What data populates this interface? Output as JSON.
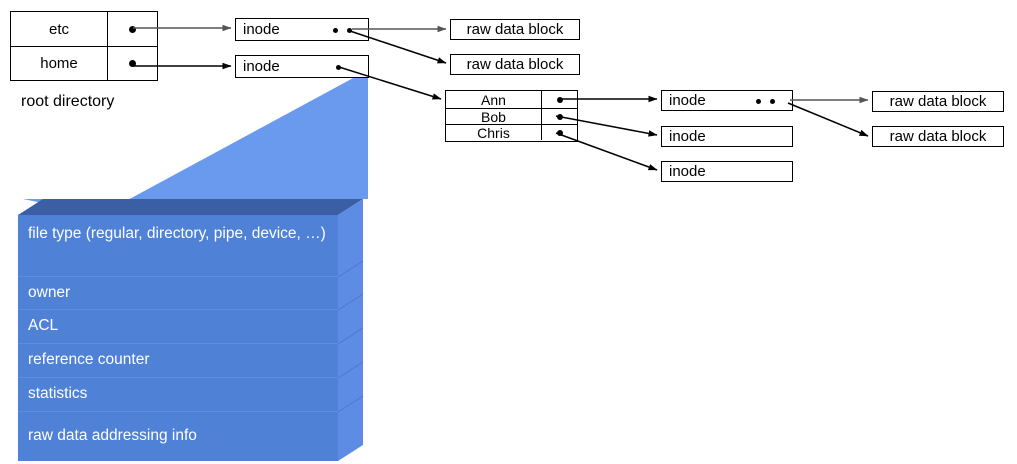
{
  "diagram": {
    "title": "unix-inode-directory-structure",
    "colors": {
      "box_border": "#000000",
      "box_fill": "#ffffff",
      "wedge_blue": "#6a9aee",
      "detail_front": "#4f81d7",
      "detail_top_dark": "#3b5fa5",
      "detail_side": "#5d8ce4",
      "text_dark": "#000000",
      "text_light": "#ffffff"
    }
  },
  "root_directory": {
    "caption": "root directory",
    "rows": [
      {
        "name": "etc",
        "pointer": "●"
      },
      {
        "name": "home",
        "pointer": "●"
      }
    ]
  },
  "home_directory": {
    "rows": [
      {
        "name": "Ann",
        "pointer": "●"
      },
      {
        "name": "Bob",
        "pointer": "●"
      },
      {
        "name": "Chris",
        "pointer": "●"
      }
    ]
  },
  "inodes": {
    "etc_inode": {
      "label": "inode",
      "pointer_count": 2
    },
    "home_inode": {
      "label": "inode",
      "pointer_count": 1
    },
    "ann_inode": {
      "label": "inode",
      "pointer_count": 2
    },
    "bob_inode": {
      "label": "inode",
      "pointer_count": 0
    },
    "chris_inode": {
      "label": "inode",
      "pointer_count": 0
    }
  },
  "data_blocks": {
    "etc_block_1": "raw data block",
    "etc_block_2": "raw data block",
    "ann_block_1": "raw data block",
    "ann_block_2": "raw data block"
  },
  "inode_detail": {
    "rows": [
      "file type (regular, directory, pipe, device, …)",
      "owner",
      "ACL",
      "reference counter",
      "statistics",
      "raw data addressing info"
    ]
  }
}
